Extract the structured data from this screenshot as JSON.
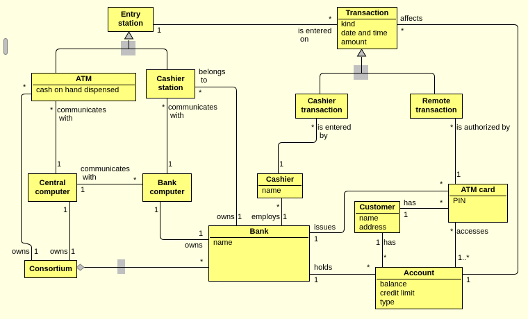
{
  "diagram": {
    "type": "UML class diagram",
    "colors": {
      "background": "#FFFFE1",
      "class_fill": "#FFFF80",
      "line": "#000000",
      "handle": "#C0C0C0"
    },
    "classes": {
      "entry_station": {
        "name": "Entry\nstation",
        "attributes": []
      },
      "transaction": {
        "name": "Transaction",
        "attributes": [
          "kind",
          "date and time",
          "amount"
        ]
      },
      "atm": {
        "name": "ATM",
        "attributes": [
          "cash on hand dispensed"
        ]
      },
      "cashier_station": {
        "name": "Cashier\nstation",
        "attributes": []
      },
      "cashier_transaction": {
        "name": "Cashier\ntransaction",
        "attributes": []
      },
      "remote_transaction": {
        "name": "Remote\ntransaction",
        "attributes": []
      },
      "central_computer": {
        "name": "Central\ncomputer",
        "attributes": []
      },
      "bank_computer": {
        "name": "Bank\ncomputer",
        "attributes": []
      },
      "cashier": {
        "name": "Cashier",
        "attributes": [
          "name"
        ]
      },
      "customer": {
        "name": "Customer",
        "attributes": [
          "name",
          "address"
        ]
      },
      "atm_card": {
        "name": "ATM card",
        "attributes": [
          "PIN"
        ]
      },
      "bank": {
        "name": "Bank",
        "attributes": [
          "name"
        ]
      },
      "consortium": {
        "name": "Consortium",
        "attributes": []
      },
      "account": {
        "name": "Account",
        "attributes": [
          "balance",
          "credit limit",
          "type"
        ]
      }
    },
    "generalizations": [
      {
        "parent": "Entry station",
        "children": [
          "ATM",
          "Cashier station"
        ]
      },
      {
        "parent": "Transaction",
        "children": [
          "Cashier transaction",
          "Remote transaction"
        ]
      }
    ],
    "associations": {
      "entry_transaction": {
        "role": "is entered\n on",
        "from_mult": "1",
        "to_mult": "*"
      },
      "transaction_account": {
        "role": "affects",
        "from_mult": "*",
        "to_mult": "1"
      },
      "atm_central": {
        "role": "communicates\n with",
        "from_mult": "*",
        "to_mult": "1"
      },
      "cashierstation_bankcomputer": {
        "role": "communicates\n with",
        "from_mult": "*",
        "to_mult": "1"
      },
      "cashierstation_bank": {
        "role": "belongs\n to",
        "from_mult": "*",
        "owner_role": "owns",
        "to_mult": "1"
      },
      "central_bankcomputer": {
        "role": "communicates\n with",
        "from_mult": "1",
        "to_mult": "*"
      },
      "cashiertx_cashier": {
        "role": "is entered\n by",
        "from_mult": "*",
        "to_mult": "1"
      },
      "remotetx_atmcard": {
        "role": "is authorized by",
        "from_mult": "*",
        "to_mult": "1"
      },
      "bank_cashier": {
        "role": "employs",
        "from_mult": "1",
        "to_mult": "*"
      },
      "bank_atmcard": {
        "role": "issues",
        "from_mult": "1",
        "to_mult": "*"
      },
      "customer_atmcard": {
        "role": "has",
        "from_mult": "1",
        "to_mult": "*"
      },
      "customer_account": {
        "role": "has",
        "from_mult": "1",
        "to_mult": "*"
      },
      "atmcard_account": {
        "role": "accesses",
        "from_mult": "*",
        "to_mult": "1..*"
      },
      "bank_account": {
        "role": "holds",
        "from_mult": "1",
        "to_mult": "*"
      },
      "bankcomputer_bank": {
        "role": "owns",
        "from_mult": "1",
        "to_mult": "1"
      },
      "consortium_atm": {
        "role": "owns",
        "from_mult": "1",
        "to_mult": "*"
      },
      "consortium_central": {
        "role": "owns",
        "from_mult": "1",
        "to_mult": "1"
      },
      "consortium_bank": {
        "role": "",
        "from_mult": "",
        "to_mult": "*"
      }
    }
  }
}
